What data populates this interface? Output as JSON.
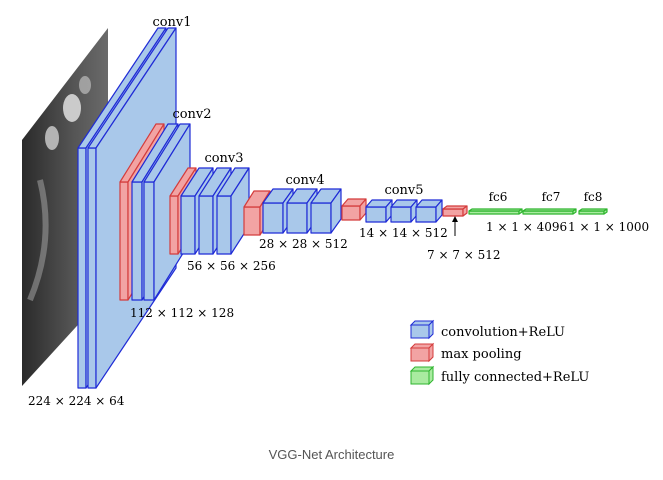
{
  "diagram": {
    "layer_labels": {
      "conv1": "conv1",
      "conv2": "conv2",
      "conv3": "conv3",
      "conv4": "conv4",
      "conv5": "conv5",
      "fc6": "fc6",
      "fc7": "fc7",
      "fc8": "fc8"
    },
    "dimension_labels": {
      "d224": "224 × 224 × 64",
      "d112": "112 × 112 × 128",
      "d56": "56 × 56 × 256",
      "d28": "28 × 28 × 512",
      "d14": "14 × 14 × 512",
      "d7": "7 × 7 × 512",
      "d4096": "1 × 1 × 4096",
      "d1000": "1 × 1 × 1000"
    },
    "legend": [
      {
        "label": "convolution+ReLU",
        "color": "#a9c8ea",
        "stroke": "#1f2bd6"
      },
      {
        "label": "max pooling",
        "color": "#f2a3a3",
        "stroke": "#d43c3c"
      },
      {
        "label": "fully connected+ReLU",
        "color": "#a9eba0",
        "stroke": "#2fb52f"
      }
    ],
    "colors": {
      "conv_fill": "#a9c8ea",
      "conv_stroke": "#1f2bd6",
      "pool_fill": "#f2a3a3",
      "pool_stroke": "#d43c3c",
      "fc_fill": "#a9eba0",
      "fc_stroke": "#2fb52f"
    }
  },
  "caption": "VGG-Net Architecture"
}
